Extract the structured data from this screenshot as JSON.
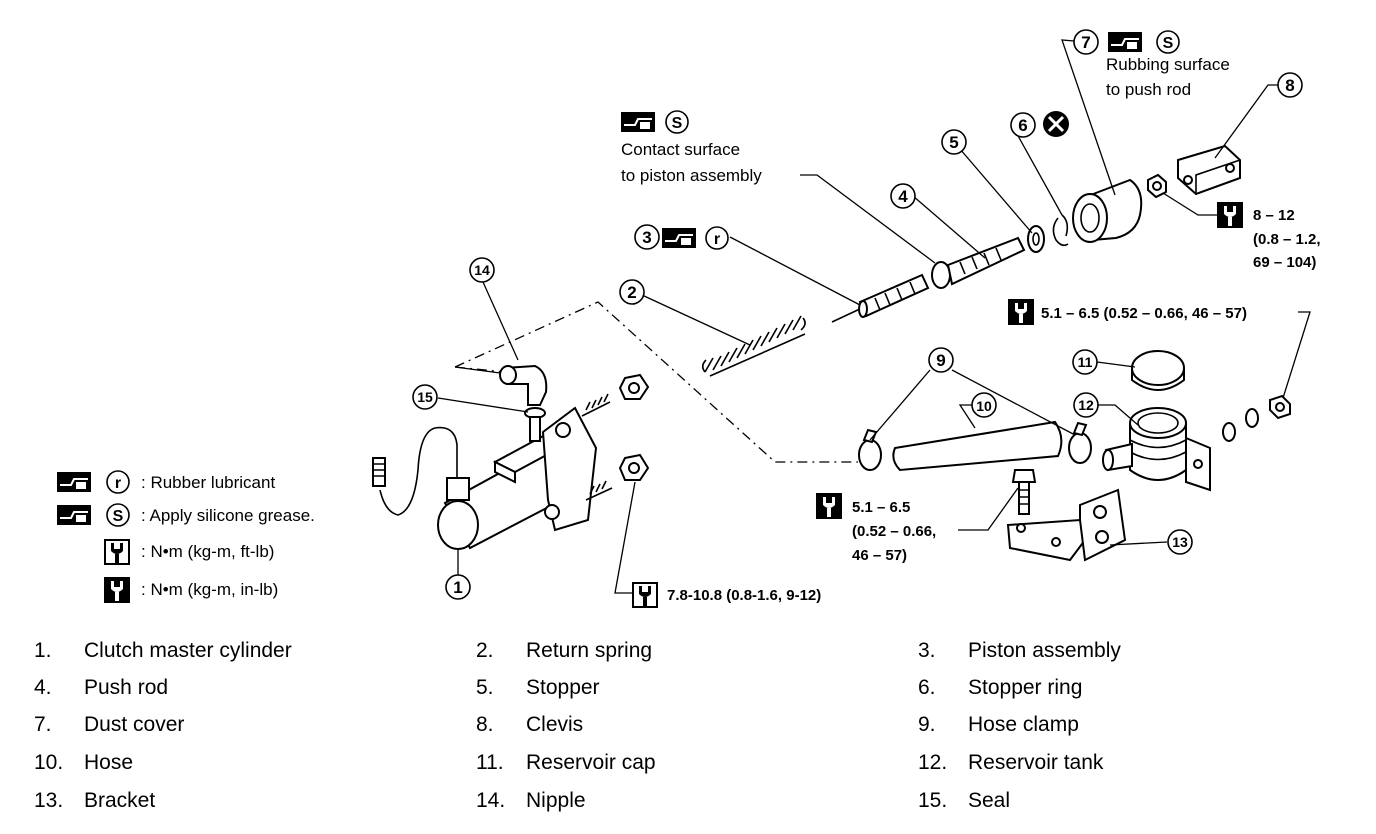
{
  "notes": {
    "contact_line1": "Contact surface",
    "contact_line2": "to piston assembly",
    "rubbing_line1": "Rubbing surface",
    "rubbing_line2": "to push rod"
  },
  "callouts": {
    "c1": "1",
    "c2": "2",
    "c3": "3",
    "c4": "4",
    "c5": "5",
    "c6": "6",
    "c7": "7",
    "c8": "8",
    "c9": "9",
    "c10": "10",
    "c11": "11",
    "c12": "12",
    "c13": "13",
    "c14": "14",
    "c15": "15"
  },
  "symbols": {
    "rubber_letter": "r",
    "silicone_letter": "S"
  },
  "torques": {
    "clevis_line1": "8 – 12",
    "clevis_line2": "(0.8 – 1.2,",
    "clevis_line3": "69 – 104)",
    "reservoir_nut": "5.1 – 6.5 (0.52 – 0.66, 46 – 57)",
    "bracket_line1": "5.1 – 6.5",
    "bracket_line2": "(0.52 – 0.66,",
    "bracket_line3": "46 – 57)",
    "cylinder_nut": "7.8-10.8 (0.8-1.6, 9-12)"
  },
  "legend": {
    "rubber": ": Rubber lubricant",
    "silicone": ": Apply silicone grease.",
    "nm_ftlb": ": N•m (kg-m, ft-lb)",
    "nm_inlb": ": N•m (kg-m, in-lb)"
  },
  "parts": [
    {
      "num": "1.",
      "name": "Clutch master cylinder"
    },
    {
      "num": "2.",
      "name": "Return spring"
    },
    {
      "num": "3.",
      "name": "Piston assembly"
    },
    {
      "num": "4.",
      "name": "Push rod"
    },
    {
      "num": "5.",
      "name": "Stopper"
    },
    {
      "num": "6.",
      "name": "Stopper ring"
    },
    {
      "num": "7.",
      "name": "Dust cover"
    },
    {
      "num": "8.",
      "name": "Clevis"
    },
    {
      "num": "9.",
      "name": "Hose clamp"
    },
    {
      "num": "10.",
      "name": "Hose"
    },
    {
      "num": "11.",
      "name": "Reservoir cap"
    },
    {
      "num": "12.",
      "name": "Reservoir tank"
    },
    {
      "num": "13.",
      "name": "Bracket"
    },
    {
      "num": "14.",
      "name": "Nipple"
    },
    {
      "num": "15.",
      "name": "Seal"
    }
  ]
}
